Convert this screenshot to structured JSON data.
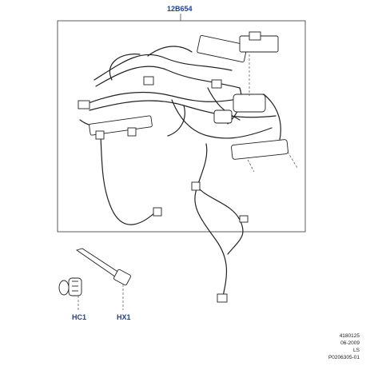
{
  "diagram": {
    "assembly_callout": "12B654",
    "parts": [
      {
        "callout": "HC1"
      },
      {
        "callout": "HX1"
      }
    ]
  },
  "footer": {
    "ref_number": "4180125",
    "date": "06-2009",
    "code": "LS",
    "illustration_id": "P0206305-01"
  },
  "colors": {
    "callout": "#1f3f8f",
    "line": "#222222"
  }
}
